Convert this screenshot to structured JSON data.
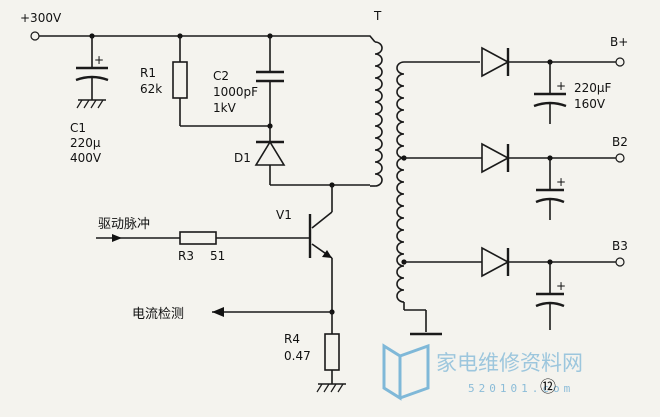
{
  "circuit": {
    "supply": {
      "label": "+300V"
    },
    "C1": {
      "name": "C1",
      "value": "220μ",
      "voltage": "400V"
    },
    "R1": {
      "name": "R1",
      "value": "62k"
    },
    "C2": {
      "name": "C2",
      "value": "1000pF",
      "voltage": "1kV"
    },
    "D1": {
      "name": "D1"
    },
    "T": {
      "name": "T"
    },
    "V1": {
      "name": "V1"
    },
    "R3": {
      "name": "R3",
      "value": "51"
    },
    "R4": {
      "name": "R4",
      "value": "0.47"
    },
    "drive": {
      "label": "驱动脉冲"
    },
    "sense": {
      "label": "电流检测"
    },
    "outputs": {
      "b_plus": {
        "label": "B+",
        "cap": "220μF",
        "voltage": "160V"
      },
      "b2": {
        "label": "B2"
      },
      "b3": {
        "label": "B3"
      }
    },
    "figure_number": "⑫"
  },
  "watermark": {
    "text": "家电维修资料网",
    "sub": "520101.com"
  }
}
